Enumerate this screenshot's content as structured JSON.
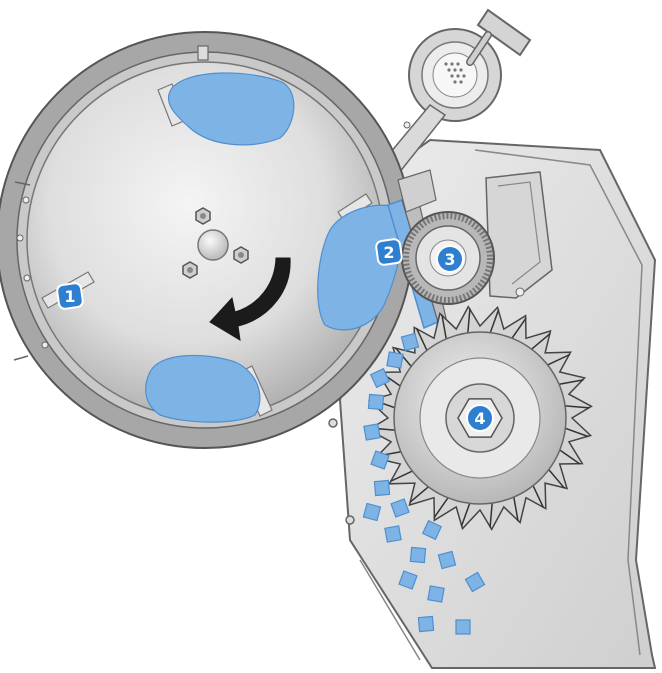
{
  "markers": [
    {
      "id": "drum",
      "label": "1"
    },
    {
      "id": "impeller",
      "label": "2"
    },
    {
      "id": "feed-roller",
      "label": "3"
    },
    {
      "id": "cutting-wheel",
      "label": "4"
    }
  ],
  "colors": {
    "product": "#7eb3e6",
    "product_stroke": "#4f8fcf",
    "marker": "#2f7fd0",
    "metal_light": "#e2e2e2",
    "metal_mid": "#c4c4c4",
    "metal_dark": "#8e8e8e",
    "outline": "#555555",
    "arrow": "#1b1b1b"
  },
  "icons": {
    "rotation": "curved-arrow-icon",
    "adjuster": "adjustment-knob-icon"
  }
}
